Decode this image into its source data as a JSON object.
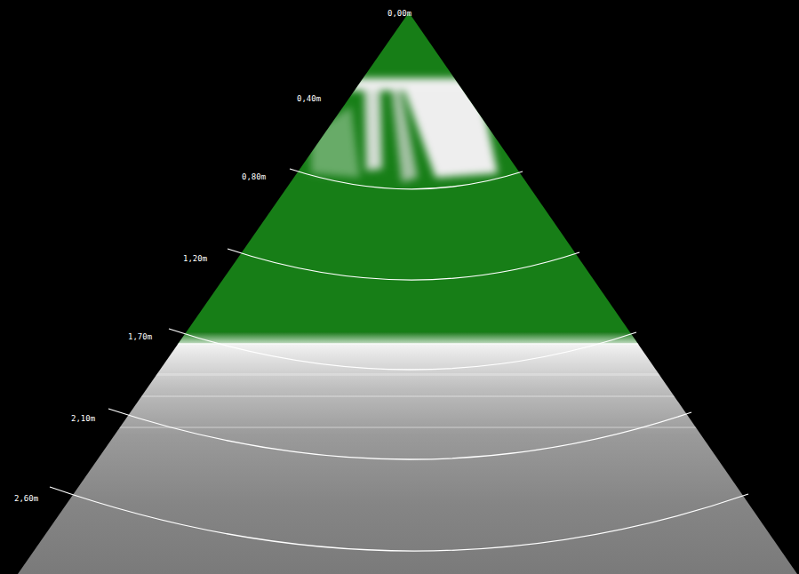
{
  "diagram": {
    "labels": [
      "0,00m",
      "0,40m",
      "0,80m",
      "1,20m",
      "1,70m",
      "2,10m",
      "2,60m"
    ]
  }
}
